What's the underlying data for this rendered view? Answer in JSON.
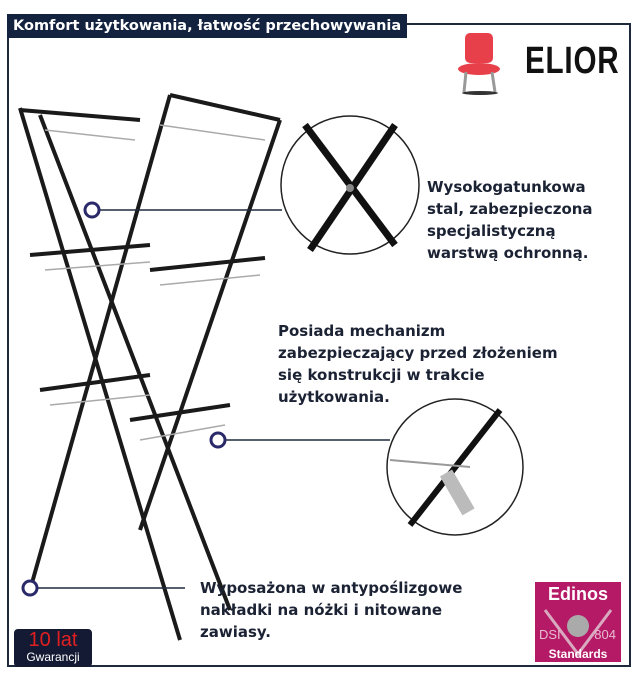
{
  "header": {
    "title": "Komfort użytkowania, łatwość przechowywania"
  },
  "brand": {
    "name": "ELIOR",
    "icon": "chair-icon"
  },
  "features": [
    {
      "lines": [
        "Wysokogatunkowa",
        "stal, zabezpieczona",
        "specjalistyczną",
        "warstwą ochronną."
      ]
    },
    {
      "lines": [
        "Posiada mechanizm",
        "zabezpieczający przed złożeniem",
        "się konstrukcji w trakcie",
        "użytkowania."
      ]
    },
    {
      "lines": [
        "Wyposażona w antypoślizgowe",
        "nakładki na nóżki i nitowane",
        "zawiasy."
      ]
    }
  ],
  "warranty": {
    "years": "10 lat",
    "label": "Gwarancji"
  },
  "certificate": {
    "name": "Edinos",
    "left": "DSI",
    "right": "804",
    "label": "Standards"
  },
  "colors": {
    "title_bg": "#13223f",
    "certificate_bg": "#b51a66",
    "marker": "#2a2a6a"
  }
}
